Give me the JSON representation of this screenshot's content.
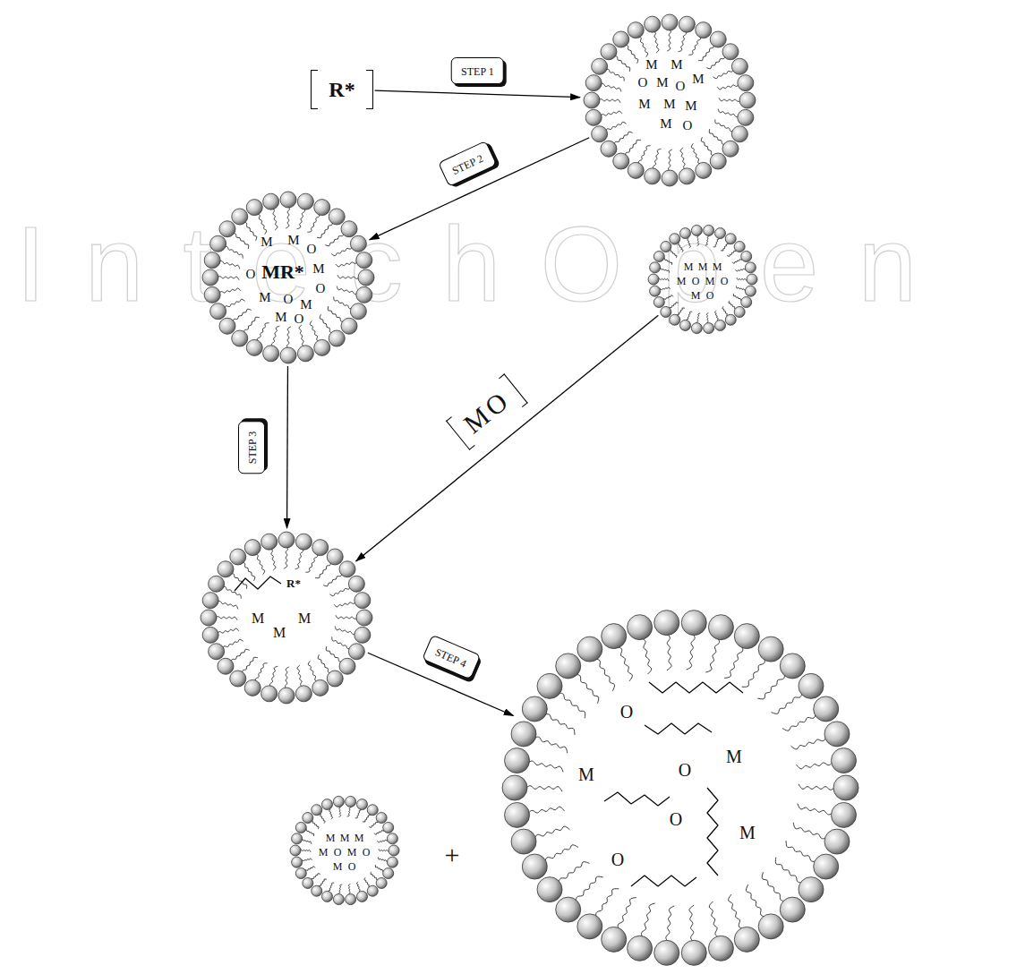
{
  "diagram": {
    "nodes": [
      {
        "text": [
          "R*"
        ]
      },
      {
        "text": [
          "M",
          "M",
          "O",
          "M",
          "O",
          "M",
          "M",
          "M",
          "M",
          "M",
          "O"
        ]
      },
      {
        "text": [
          "M",
          "M",
          "O",
          "O",
          "MR*",
          "M",
          "O",
          "M",
          "O",
          "M",
          "M",
          "O"
        ]
      },
      {
        "text": [
          "M",
          "M",
          "M",
          "M",
          "O",
          "M",
          "O",
          "M",
          "O"
        ]
      },
      {
        "text": [
          "R*",
          "M",
          "M",
          "M"
        ]
      },
      {
        "text": [
          "M",
          "M",
          "M",
          "M",
          "O",
          "M",
          "O",
          "M",
          "O"
        ]
      },
      {
        "text": [
          "O",
          "M",
          "M",
          "O",
          "O",
          "M",
          "O"
        ]
      }
    ],
    "edges": [
      {
        "from": 0,
        "to": 1,
        "arrow": "to",
        "label": "STEP 1"
      },
      {
        "from": 1,
        "to": 2,
        "arrow": "to",
        "label": "STEP 2"
      },
      {
        "from": 2,
        "to": 4,
        "arrow": "to",
        "label": "STEP 3"
      },
      {
        "from": 3,
        "to": 4,
        "arrow": "to",
        "label": "MO"
      },
      {
        "from": 4,
        "to": 6,
        "arrow": "to",
        "label": "STEP 4"
      }
    ],
    "labels": [
      "IntechOpen",
      "+"
    ]
  }
}
